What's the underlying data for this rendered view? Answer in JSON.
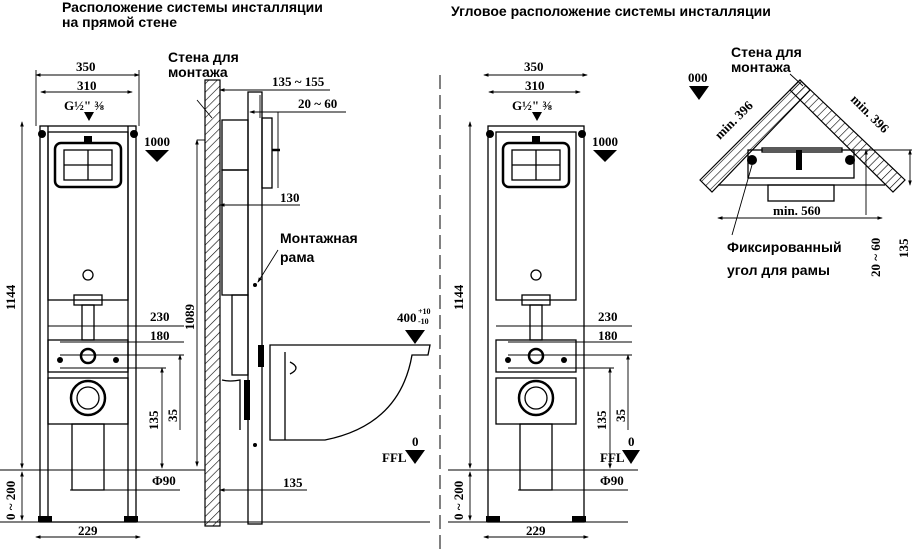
{
  "titles": {
    "straight_wall_line1": "Расположение  системы инсталляции",
    "straight_wall_line2": "на прямой  стене",
    "corner": "Угловое расположение системы инсталляции"
  },
  "labels": {
    "wall_line1": "Стена для",
    "wall_line2": "монтажа",
    "frame_line1": "Монтажная",
    "frame_line2": "рама",
    "fixed_line1": "Фиксированный",
    "fixed_line2": "угол для рамы"
  },
  "front_view": {
    "width_outer": "350",
    "width_inner": "310",
    "water_inlet": "G½\" ⅜",
    "level_1000": "1000",
    "height": "1144",
    "leg_adjust": "0 ~ 200",
    "d230": "230",
    "d180": "180",
    "d135": "135",
    "d35": "35",
    "drain": "Φ90",
    "foot": "229",
    "ffl": "FFL",
    "ffl_zero": "0"
  },
  "side_view": {
    "depth_range": "135 ~ 155",
    "plate_range": "20 ~ 60",
    "d130": "130",
    "height": "1089",
    "bowl_height": "400",
    "bowl_tol_plus": "+10",
    "bowl_tol_minus": "-10",
    "ffl": "FFL",
    "ffl_zero": "0",
    "d135": "135"
  },
  "corner_view": {
    "level": "000",
    "wall_left": "min. 396",
    "wall_right": "min. 396",
    "width": "min. 560",
    "plate_range": "20 ~ 60",
    "depth": "135"
  }
}
